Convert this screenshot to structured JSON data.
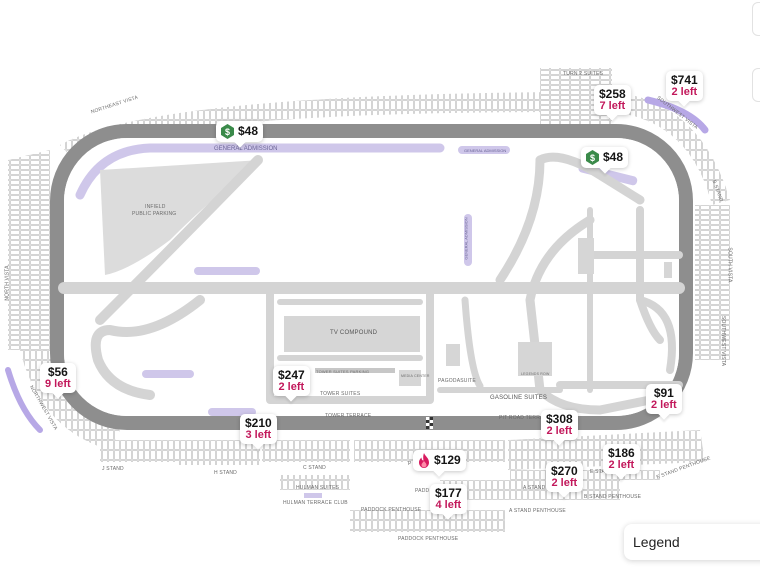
{
  "map": {
    "colors": {
      "track": "#8e8e8e",
      "road": "#d4d4d4",
      "ga": "#cfc7ea",
      "seat": "#c8c8c8",
      "accent_pink": "#c2185b",
      "dollar_green": "#3a8a4a"
    },
    "labels": {
      "turn2": "TURN 2 SUITES",
      "southwest_vista": "SOUTHWEST VISTA",
      "b_stand": "B STAND",
      "south_vista": "SOUTH VISTA",
      "southwest_vista2": "SOUTHWEST VISTA",
      "northeast_vista": "NORTHEAST VISTA",
      "north_vista": "NORTH VISTA",
      "northwest_vista": "NORTHWEST VISTA",
      "infield": "INFIELD",
      "public_parking": "PUBLIC PARKING",
      "tv_compound": "TV COMPOUND",
      "tower_suites_parking": "TOWER SUITES PARKING",
      "media_center": "MEDIA CENTER",
      "tower_suites": "TOWER SUITES",
      "tower_terrace": "TOWER TERRACE",
      "pagodasuite": "PAGODASUITE",
      "gasoline_suites": "GASOLINE SUITES",
      "pit_road_terrace": "PIT ROAD TERRACE",
      "legends_row": "LEGENDS ROW",
      "j_stand": "J STAND",
      "h_stand": "H STAND",
      "c_stand": "C STAND",
      "hulman_suites": "HULMAN SUITES",
      "hulman_terrace": "HULMAN TERRACE CLUB",
      "paddock": "PADD",
      "paddock_penthouse": "PADDOCK PENTHOUSE",
      "paddock_penthouse2": "PADDOCK PENTHOUSE",
      "a_stand": "A STAND",
      "a_stand_penthouse": "A STAND PENTHOUSE",
      "b_stand_penthouse": "B STAND PENTHOUSE",
      "e_stand": "E STAND",
      "e_stand_penthouse": "E STAND PENTHOUSE",
      "p_letter": "P",
      "general_admission_main": "GENERAL ADMISSION",
      "ga_small": "GENERAL ADMISSION",
      "ga_vertical": "GENERAL ADMISSION"
    }
  },
  "pins": [
    {
      "id": "pin-48-top",
      "price": "$48"
    },
    {
      "id": "pin-48-right",
      "price": "$48"
    },
    {
      "id": "pin-258",
      "price": "$258",
      "left": "7 left"
    },
    {
      "id": "pin-741",
      "price": "$741",
      "left": "2 left"
    },
    {
      "id": "pin-56",
      "price": "$56",
      "left": "9 left"
    },
    {
      "id": "pin-247",
      "price": "$247",
      "left": "2 left"
    },
    {
      "id": "pin-210",
      "price": "$210",
      "left": "3 left"
    },
    {
      "id": "pin-91",
      "price": "$91",
      "left": "2 left"
    },
    {
      "id": "pin-308",
      "price": "$308",
      "left": "2 left"
    },
    {
      "id": "pin-186",
      "price": "$186",
      "left": "2 left"
    },
    {
      "id": "pin-270",
      "price": "$270",
      "left": "2 left"
    },
    {
      "id": "pin-129",
      "price": "$129"
    },
    {
      "id": "pin-177",
      "price": "$177",
      "left": "4 left"
    }
  ],
  "legend": {
    "label": "Legend"
  }
}
